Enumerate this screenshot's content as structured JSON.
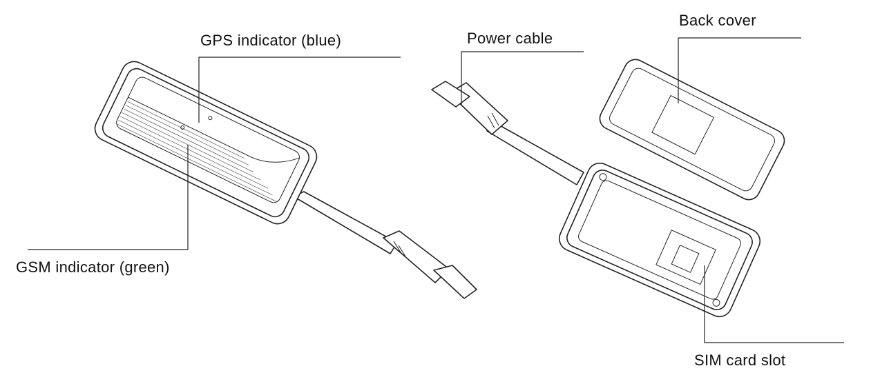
{
  "labels": {
    "gps": "GPS indicator (blue)",
    "gsm": "GSM indicator (green)",
    "power": "Power cable",
    "back": "Back cover",
    "sim": "SIM card slot"
  },
  "colors": {
    "line": "#222222",
    "background": "#ffffff"
  }
}
